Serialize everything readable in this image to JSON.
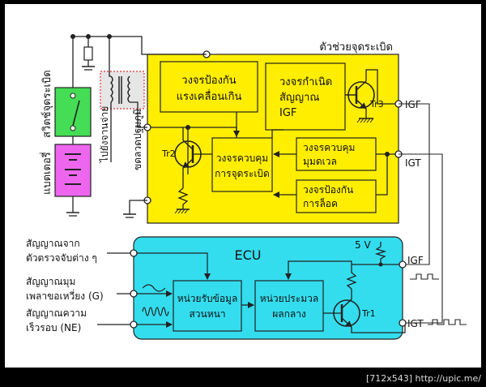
{
  "colors": {
    "igniter_block": "#ffee00",
    "ecu_block": "#33ddee",
    "switch_box": "#44dd55",
    "battery_box": "#ee66ee",
    "wire": "#222222"
  },
  "igniter": {
    "title": "ตัวช่วยจุดระเบิด",
    "overvoltage_line1": "วงจรป้องกัน",
    "overvoltage_line2": "แรงเคลื่อนเกิน",
    "igf_gen_line1": "วงจรกำเนิด",
    "igf_gen_line2": "สัญญาณ",
    "igf_gen_line3": "IGF",
    "dwell_line1": "วงจรควบคุม",
    "dwell_line2": "มุมดเวล",
    "ignition_ctrl_line1": "วงจรควบคุม",
    "ignition_ctrl_line2": "การจุดระเบิด",
    "lock_line1": "วงจรป้องกัน",
    "lock_line2": "การล็อค",
    "tr2": "Tr2",
    "tr3": "Tr3",
    "igf": "IGF",
    "igt": "IGT"
  },
  "left_side": {
    "ignition_switch": "สวิตช์จุดระเบิด",
    "battery": "แบตเตอรี่",
    "to_distributor": "ไปยังจานจ่าย",
    "primary_coil": "ขดลวดปฐมภูมิ"
  },
  "ecu": {
    "title": "ECU",
    "input_unit_line1": "หน่วยรับข้อมูล",
    "input_unit_line2": "สวนหนา",
    "cpu_line1": "หน่วยประมวล",
    "cpu_line2": "ผลกลาง",
    "tr1": "Tr1",
    "supply": "5 V",
    "igf": "IGF",
    "igt": "IGT"
  },
  "inputs": {
    "sensors_line1": "สัญญาณจาก",
    "sensors_line2": "ตัวตรวจจับต่าง ๆ",
    "cam_line1": "สัญญาณมุม",
    "cam_line2": "เพลาขอเหวี่ยง (G)",
    "speed_line1": "สัญญาณความ",
    "speed_line2": "เร็วรอบ (NE)"
  },
  "watermark": "[712x543] http://upic.me/"
}
